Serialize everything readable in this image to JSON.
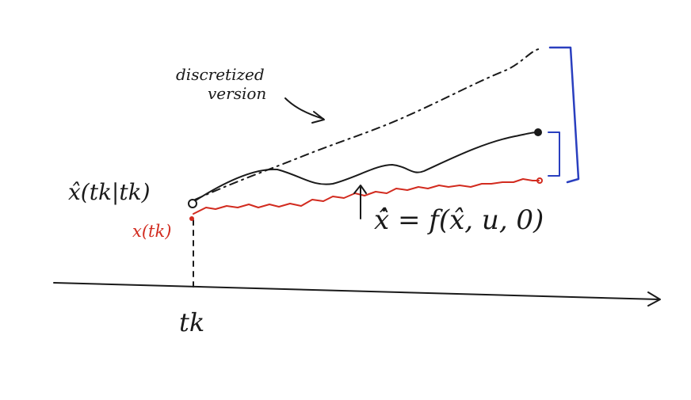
{
  "labels": {
    "estimate_initial": "x̂(tk|tk)",
    "true_initial": "x(tk)",
    "time_tick": "tk",
    "ode": "x̂̇ = f(x̂, u, 0)",
    "discretized_line1": "discretized",
    "discretized_line2": "version"
  },
  "colors": {
    "ink": "#1a1a1a",
    "true_state": "#d22b1f",
    "error_bracket": "#2a3fbf"
  }
}
